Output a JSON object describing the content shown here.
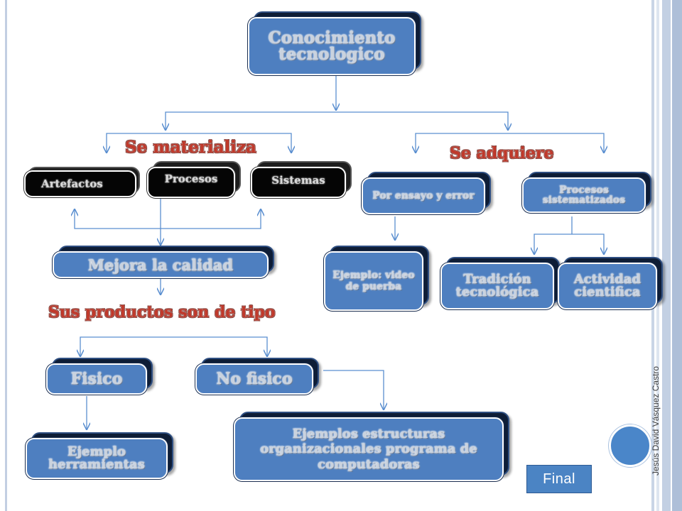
{
  "author_credit": "Jesús David Vásquez Castro",
  "colors": {
    "accent_blue": "#4e7fc0",
    "heading_red": "#c0392b",
    "line_blue": "#5b8fd0"
  },
  "nodes": {
    "root": "Conocimiento tecnologico",
    "artefactos": "Artefactos",
    "procesos": "Procesos",
    "sistemas": "Sistemas",
    "ensayo_error": "Por ensayo y error",
    "procesos_sistematizados": "Procesos sistematizados",
    "mejora_calidad": "Mejora la calidad",
    "ejemplo_video": "Ejemplo: video de puerba",
    "tradicion": "Tradición tecnológica",
    "actividad": "Actividad cientifica",
    "fisico": "Fisico",
    "no_fisico": "No fisico",
    "ejemplo_herramientas": "Ejemplo herramientas",
    "ejemplos_estructuras": "Ejemplos estructuras organizacionales programa de computadoras"
  },
  "headings": {
    "materializa": "Se materializa",
    "adquiere": "Se adquiere",
    "productos": "Sus productos son de tipo"
  },
  "final_button": "Final"
}
